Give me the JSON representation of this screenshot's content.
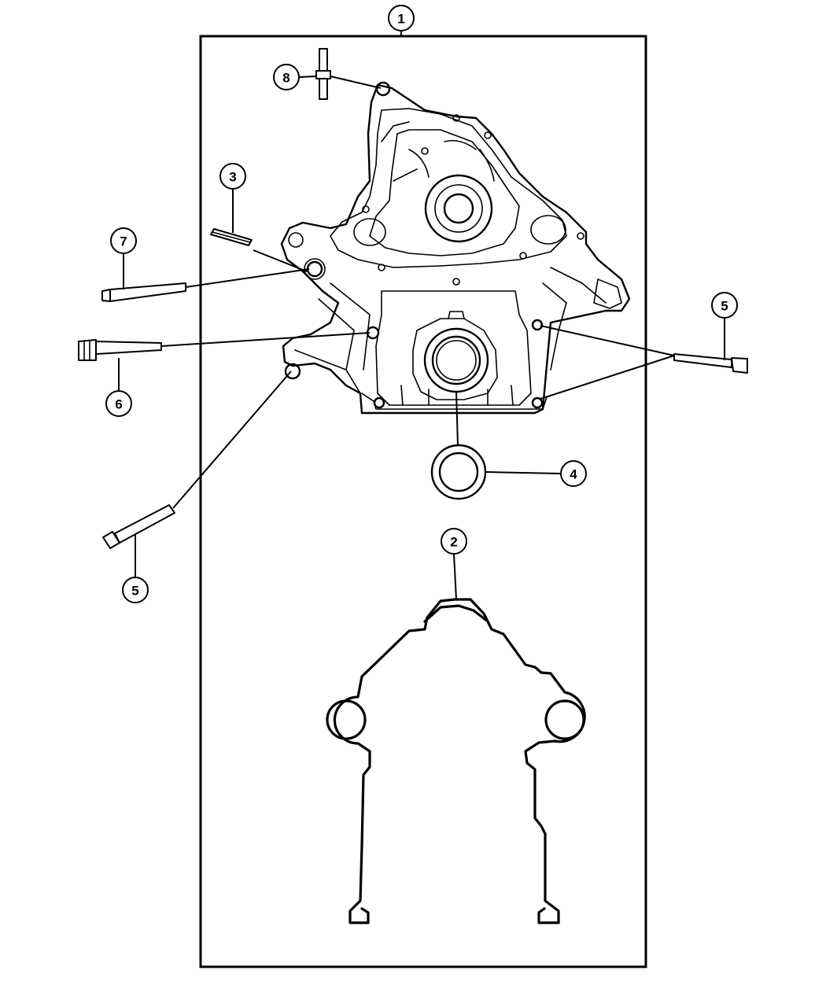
{
  "callouts": [
    {
      "id": "c1",
      "label": "1"
    },
    {
      "id": "c2",
      "label": "2"
    },
    {
      "id": "c3",
      "label": "3"
    },
    {
      "id": "c4",
      "label": "4"
    },
    {
      "id": "c5a",
      "label": "5"
    },
    {
      "id": "c5b",
      "label": "5"
    },
    {
      "id": "c6",
      "label": "6"
    },
    {
      "id": "c7",
      "label": "7"
    },
    {
      "id": "c8",
      "label": "8"
    }
  ]
}
